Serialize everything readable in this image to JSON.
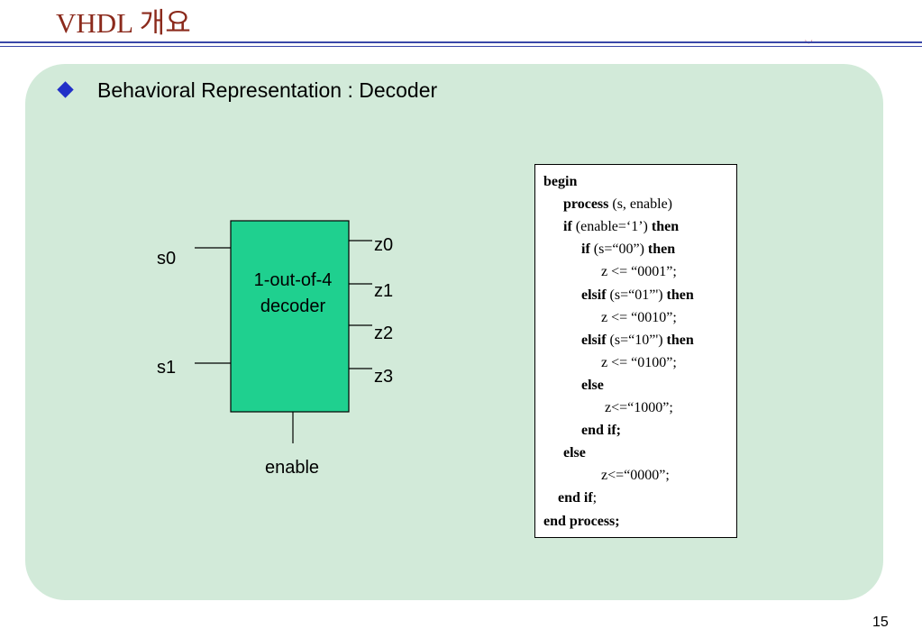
{
  "slide": {
    "title": "VHDL 개요",
    "page_number": "15"
  },
  "heading": "Behavioral Representation : Decoder",
  "diagram": {
    "box_label_line1": "1-out-of-4",
    "box_label_line2": "decoder",
    "inputs": [
      "s0",
      "s1"
    ],
    "outputs": [
      "z0",
      "z1",
      "z2",
      "z3"
    ],
    "enable_label": "enable"
  },
  "code": {
    "lines": [
      [
        {
          "t": "begin",
          "b": true
        }
      ],
      [
        {
          "t": "process",
          "b": true
        },
        {
          "t": " (s, enable)",
          "b": false
        }
      ],
      [
        {
          "t": "if",
          "b": true
        },
        {
          "t": " (enable=‘1’) ",
          "b": false
        },
        {
          "t": "then",
          "b": true
        }
      ],
      [
        {
          "t": "if",
          "b": true
        },
        {
          "t": " (s=“00”) ",
          "b": false
        },
        {
          "t": "then",
          "b": true
        }
      ],
      [
        {
          "t": "z <= “0001”;",
          "b": false
        }
      ],
      [
        {
          "t": "elsif",
          "b": true
        },
        {
          "t": " (s=“01”') ",
          "b": false
        },
        {
          "t": "then",
          "b": true
        }
      ],
      [
        {
          "t": "z <= “0010”;",
          "b": false
        }
      ],
      [
        {
          "t": "elsif",
          "b": true
        },
        {
          "t": " (s=“10”') ",
          "b": false
        },
        {
          "t": "then",
          "b": true
        }
      ],
      [
        {
          "t": "z <= “0100”;",
          "b": false
        }
      ],
      [
        {
          "t": "else",
          "b": true
        }
      ],
      [
        {
          "t": "z<=“1000”;",
          "b": false
        }
      ],
      [
        {
          "t": "end if;",
          "b": true
        }
      ],
      [
        {
          "t": "else",
          "b": true
        }
      ],
      [
        {
          "t": "z<=“0000”;",
          "b": false
        }
      ],
      [
        {
          "t": "end if",
          "b": true
        },
        {
          "t": ";",
          "b": false
        }
      ],
      [
        {
          "t": "end process;",
          "b": true
        }
      ]
    ]
  },
  "colors": {
    "title": "#8b2a1c",
    "panel": "#d2ead9",
    "decoder_box": "#1fd08f",
    "bullet": "#2130c8"
  }
}
